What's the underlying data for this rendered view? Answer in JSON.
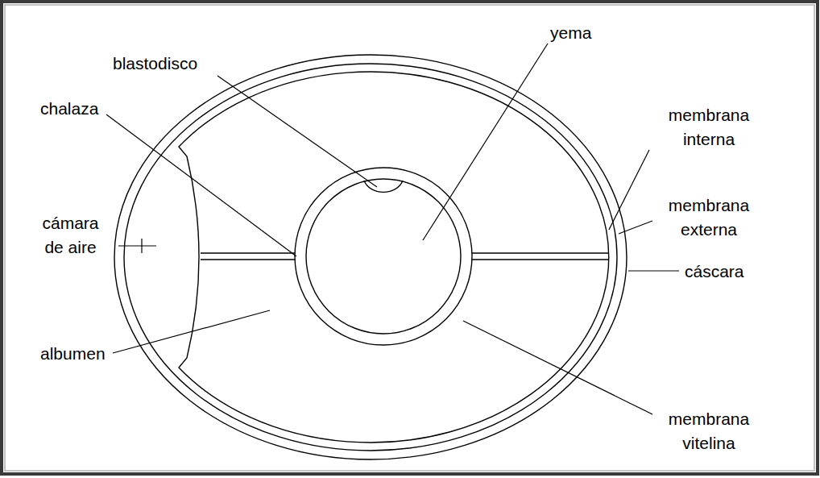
{
  "diagram": {
    "labels": [
      "blastodisco",
      "yema",
      "chalaza",
      "membrana interna",
      "membrana externa",
      "cámara de aire",
      "cáscara",
      "albumen",
      "membrana vitelina"
    ]
  }
}
